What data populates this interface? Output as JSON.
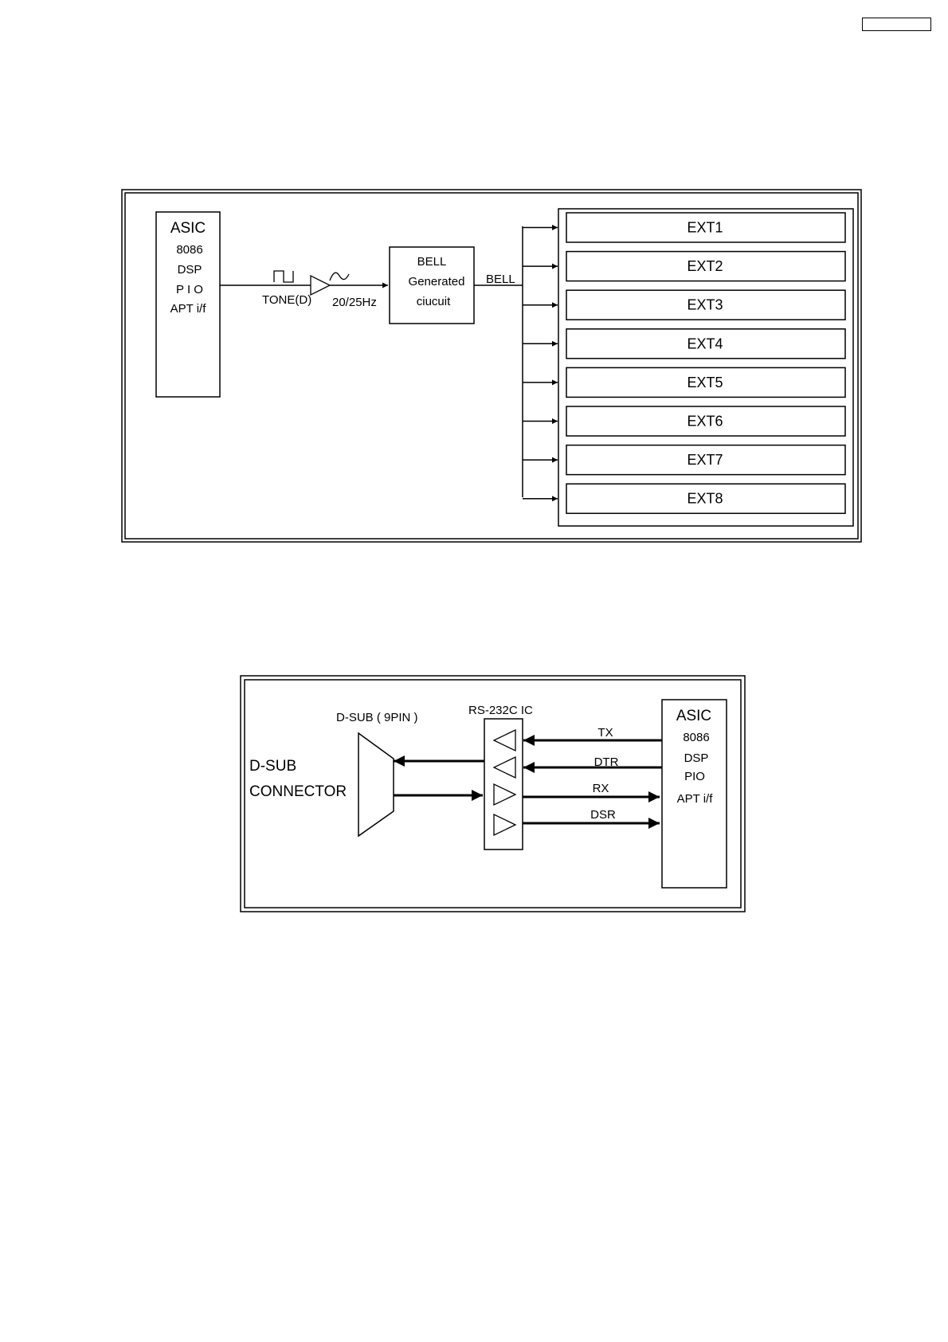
{
  "diagram1": {
    "asic": {
      "title": "ASIC",
      "lines": [
        "8086",
        "DSP",
        "P I O",
        "APT i/f"
      ]
    },
    "tone_label": "TONE(D)",
    "freq_label": "20/25Hz",
    "bell_block": {
      "lines": [
        "BELL",
        "Generated",
        "ciucuit"
      ]
    },
    "bell_label": "BELL",
    "extensions": [
      "EXT1",
      "EXT2",
      "EXT3",
      "EXT4",
      "EXT5",
      "EXT6",
      "EXT7",
      "EXT8"
    ]
  },
  "diagram2": {
    "connector_label": [
      "D-SUB",
      "CONNECTOR"
    ],
    "dsub_title": "D-SUB ( 9PIN )",
    "ic_title": "RS-232C  IC",
    "asic": {
      "title": "ASIC",
      "lines": [
        "8086",
        "DSP",
        "PIO",
        "APT i/f"
      ]
    },
    "signals": [
      "TX",
      "DTR",
      "RX",
      "DSR"
    ]
  }
}
